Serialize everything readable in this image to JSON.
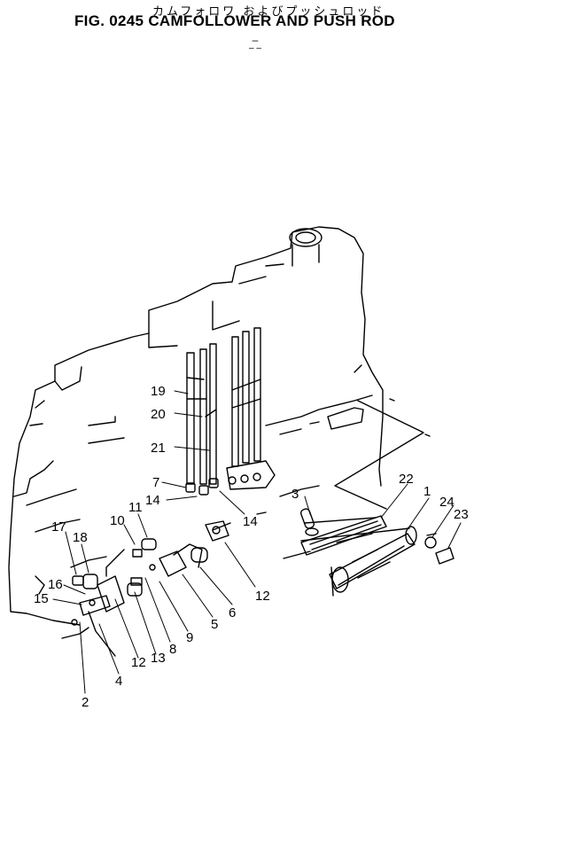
{
  "header": {
    "jp_title": "カムフォロワ およびプッシュロッド",
    "fig_title": "FIG. 0245  CAMFOLLOWER AND PUSH ROD",
    "mark_top": "–",
    "mark_bottom": "– –"
  },
  "callouts": [
    "1",
    "2",
    "3",
    "4",
    "5",
    "6",
    "7",
    "8",
    "9",
    "10",
    "11",
    "12",
    "12",
    "13",
    "14",
    "14",
    "15",
    "16",
    "17",
    "18",
    "19",
    "20",
    "21",
    "22",
    "23",
    "24"
  ],
  "colors": {
    "ink": "#000000",
    "paper": "#ffffff"
  }
}
